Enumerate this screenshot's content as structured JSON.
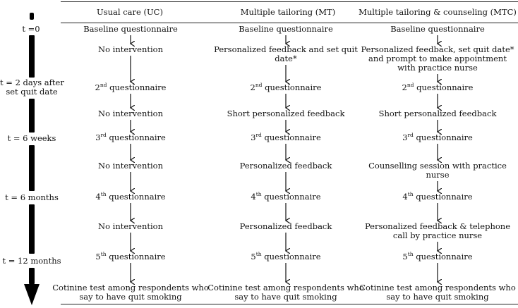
{
  "columns": [
    {
      "header": "Usual care (UC)",
      "rows": [
        {
          "text": "Baseline questionnaire"
        },
        {
          "text": "No intervention"
        },
        {
          "pre": "2",
          "sup": "nd",
          "post": " questionnaire"
        },
        {
          "text": "No intervention"
        },
        {
          "pre": "3",
          "sup": "rd",
          "post": " questionnaire"
        },
        {
          "text": "No intervention"
        },
        {
          "pre": "4",
          "sup": "th",
          "post": " questionnaire"
        },
        {
          "text": "No intervention"
        },
        {
          "pre": "5",
          "sup": "th",
          "post": " questionnaire"
        },
        {
          "lines": [
            "Cotinine test among respondents who",
            "say to have quit smoking"
          ]
        }
      ]
    },
    {
      "header": "Multiple tailoring (MT)",
      "rows": [
        {
          "text": "Baseline questionnaire"
        },
        {
          "lines": [
            "Personalized feedback and set quit",
            "date*"
          ]
        },
        {
          "pre": "2",
          "sup": "nd",
          "post": " questionnaire"
        },
        {
          "text": "Short personalized feedback"
        },
        {
          "pre": "3",
          "sup": "rd",
          "post": " questionnaire"
        },
        {
          "text": "Personalized feedback"
        },
        {
          "pre": "4",
          "sup": "th",
          "post": " questionnaire"
        },
        {
          "text": "Personalized feedback"
        },
        {
          "pre": "5",
          "sup": "th",
          "post": " questionnaire"
        },
        {
          "lines": [
            "Cotinine test among respondents who",
            "say to have quit smoking"
          ]
        }
      ]
    },
    {
      "header": "Multiple tailoring & counseling (MTC)",
      "rows": [
        {
          "text": "Baseline questionnaire"
        },
        {
          "lines": [
            "Personalized feedback, set quit date*",
            "and prompt to make appointment",
            "with practice nurse"
          ]
        },
        {
          "pre": "2",
          "sup": "nd",
          "post": " questionnaire"
        },
        {
          "text": "Short personalized feedback"
        },
        {
          "pre": "3",
          "sup": "rd",
          "post": " questionnaire"
        },
        {
          "lines": [
            "Counselling session with practice",
            "nurse"
          ]
        },
        {
          "pre": "4",
          "sup": "th",
          "post": " questionnaire"
        },
        {
          "lines": [
            "Personalized feedback & telephone",
            "call by practice nurse"
          ]
        },
        {
          "pre": "5",
          "sup": "th",
          "post": " questionnaire"
        },
        {
          "lines": [
            "Cotinine test among respondents who",
            "say to have quit smoking"
          ]
        }
      ]
    }
  ],
  "timeline": [
    {
      "lines": [
        "t =0"
      ]
    },
    {
      "lines": [
        "t = 2 days after",
        "set quit date"
      ]
    },
    {
      "lines": [
        "t = 6 weeks"
      ]
    },
    {
      "lines": [
        "t = 6 months"
      ]
    },
    {
      "lines": [
        "t = 12 months"
      ]
    }
  ]
}
